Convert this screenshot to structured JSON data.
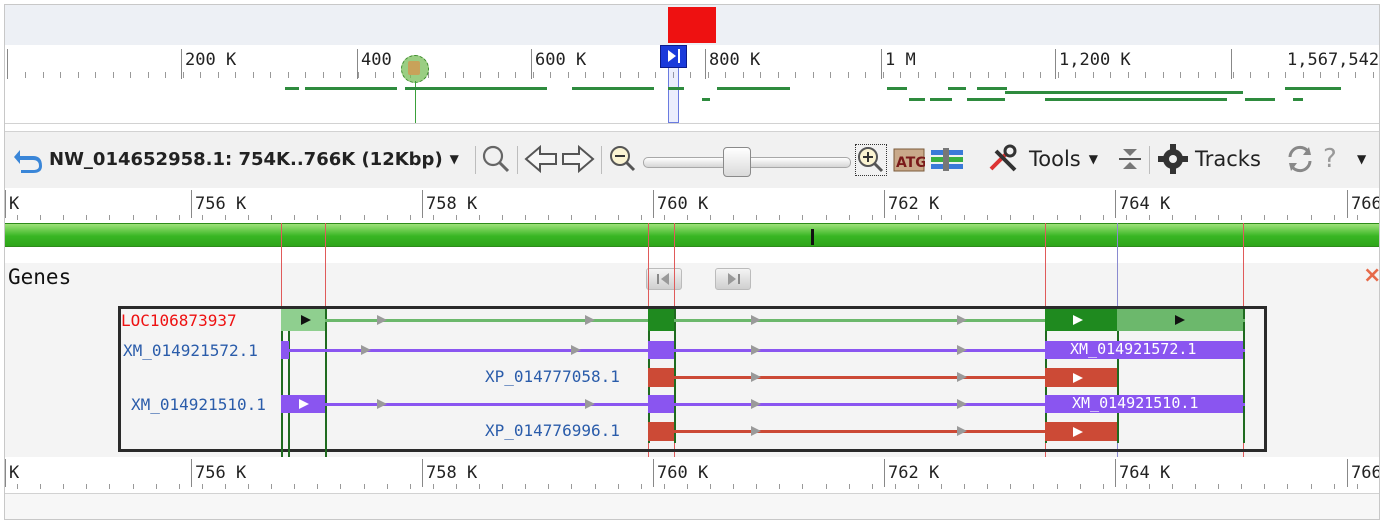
{
  "overview": {
    "ticks": [
      "200 K",
      "400",
      "600 K",
      "800 K",
      "1 M",
      "1,200 K",
      "1,567,542"
    ]
  },
  "toolbar": {
    "location": "NW_014652958.1: 754K..766K (12Kbp)",
    "tools_label": "Tools",
    "tracks_label": "Tracks",
    "help_glyph": "?"
  },
  "detail_ruler": {
    "ticks": [
      "K",
      "756 K",
      "758 K",
      "760 K",
      "762 K",
      "764 K",
      "766"
    ]
  },
  "genes_track": {
    "title": "Genes",
    "close_glyph": "×",
    "features": [
      {
        "label": "LOC106873937",
        "color": "#ee1111",
        "inner_label": ""
      },
      {
        "label": "XM_014921572.1",
        "color": "#2a5caa",
        "inner_label": "XM_014921572.1"
      },
      {
        "label": "XP_014777058.1",
        "color": "#2a5caa",
        "inner_label": ""
      },
      {
        "label": "XM_014921510.1",
        "color": "#2a5caa",
        "inner_label": "XM_014921510.1"
      },
      {
        "label": "XP_014776996.1",
        "color": "#2a5caa",
        "inner_label": ""
      }
    ]
  },
  "colors": {
    "gene": "#6cb86c",
    "mrna": "#8a55f0",
    "cds": "#cc4a36",
    "overview_marker": "#ee1111",
    "ref_seq": "#39b623"
  }
}
